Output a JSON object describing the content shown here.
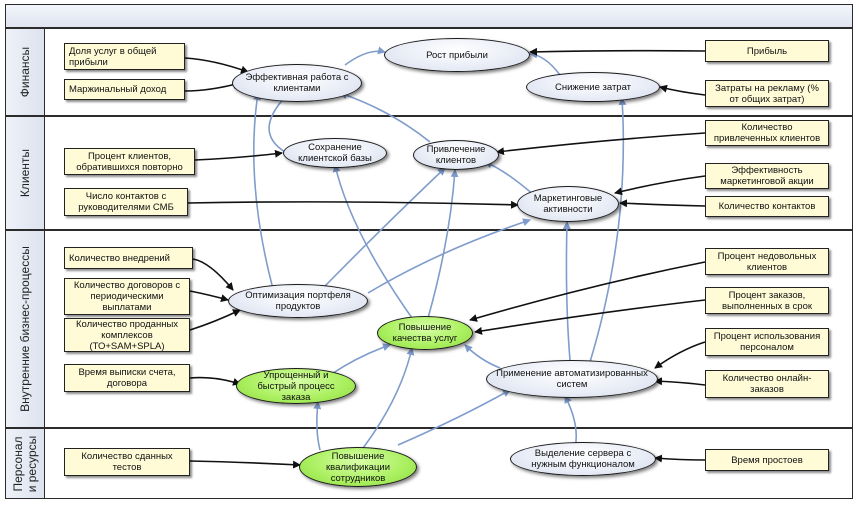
{
  "lanes": {
    "finance": "Финансы",
    "clients": "Клиенты",
    "processes": "Внутренние бизнес-процессы",
    "personnel": "Персонал и ресурсы"
  },
  "indicators": {
    "share_services": "Доля услуг в общей прибыли",
    "marginal_income": "Маржинальный доход",
    "profit": "Прибыль",
    "ad_costs": "Затраты на рекламу (% от общих затрат)",
    "repeat_clients": "Процент клиентов, обратившихся повторно",
    "smb_contacts": "Число контактов с руководителями СМБ",
    "attracted_clients": "Количество привлеченных клиентов",
    "marketing_efficiency": "Эффективность маркетинговой акции",
    "contacts_count": "Количество контактов",
    "implementations": "Количество внедрений",
    "periodic_contracts": "Количество договоров с периодическими выплатами",
    "sold_complexes": "Количество проданных комплексов (ТО+SAM+SPLA)",
    "invoice_time": "Время выписки счета, договора",
    "unhappy_clients": "Процент недовольных клиентов",
    "orders_on_time": "Процент заказов, выполненных в срок",
    "staff_usage": "Процент использования персоналом",
    "online_orders": "Количество онлайн-заказов",
    "tests_passed": "Количество сданных тестов",
    "downtime": "Время простоев"
  },
  "goals": {
    "profit_growth": "Рост прибыли",
    "effective_work": "Эффективная работа с клиентами",
    "cost_reduction": "Снижение затрат",
    "client_retention": "Сохранение клиентской базы",
    "client_attraction": "Привлечение клиентов",
    "marketing": "Маркетинговые активности",
    "portfolio": "Оптимизация портфеля продуктов",
    "quality": "Повышение качества услуг",
    "order_process": "Упрощенный и быстрый процесс заказа",
    "automation": "Применение автоматизированных систем",
    "qualification": "Повышение квалификации сотрудников",
    "server": "Выделение сервера с нужным функционалом"
  },
  "colors": {
    "indicator_fill": "#fffbd6",
    "goal_fill": "#e8ecf6",
    "key_goal_fill": "#a9ef5e",
    "goal_arrow": "#7f9ccc",
    "indicator_arrow": "#111111"
  }
}
